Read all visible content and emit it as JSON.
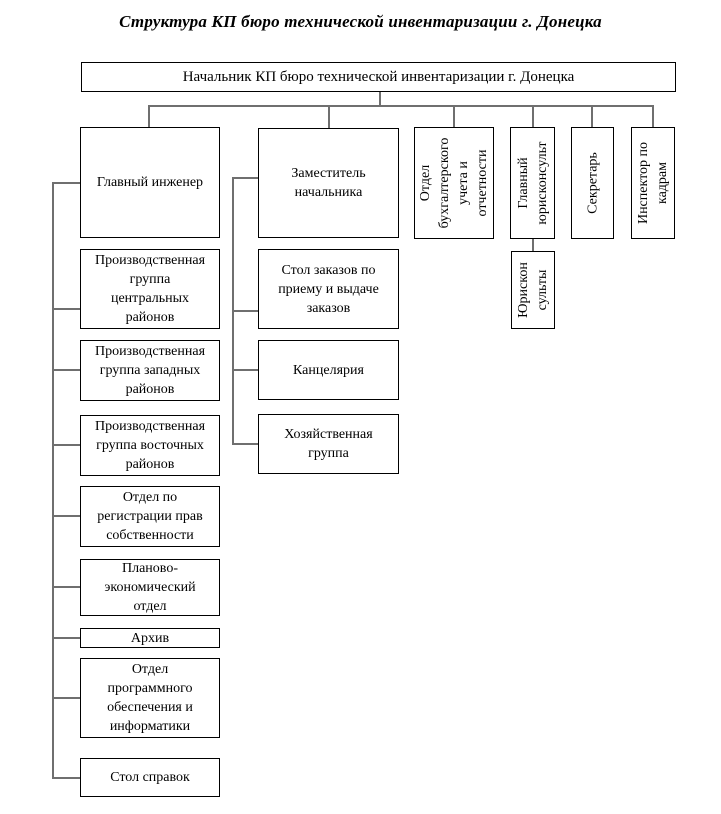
{
  "title": "Структура КП бюро технической инвентаризации г. Донецка",
  "org": {
    "root": {
      "label": "Начальник КП бюро технической инвентаризации г. Донецка"
    },
    "engineering": {
      "head": {
        "label": "Главный инженер"
      },
      "units": [
        {
          "label": "Производственная\nгруппа\nцентральных\nрайонов"
        },
        {
          "label": "Производственная\nгруппа западных\nрайонов"
        },
        {
          "label": "Производственная\nгруппа восточных\nрайонов"
        },
        {
          "label": "Отдел по\nрегистрации прав\nсобственности"
        },
        {
          "label": "Планово-\nэкономический\nотдел"
        },
        {
          "label": "Архив"
        },
        {
          "label": "Отдел\nпрограммного\nобеспечения и\nинформатики"
        },
        {
          "label": "Стол справок"
        }
      ]
    },
    "deputy": {
      "head": {
        "label": "Заместитель\nначальника"
      },
      "units": [
        {
          "label": "Стол заказов по\nприему и выдаче\nзаказов"
        },
        {
          "label": "Канцелярия"
        },
        {
          "label": "Хозяйственная\nгруппа"
        }
      ]
    },
    "staff": [
      {
        "label": "Отдел\nбухгалтерского\nучета и\nотчетности"
      },
      {
        "label": "Главный\nюрисконсульт"
      },
      {
        "label": "Секретарь"
      },
      {
        "label": "Инспектор по\nкадрам"
      }
    ],
    "legal_unit": {
      "label": "Юрискон\nсульты"
    }
  },
  "colors": {
    "background": "#ffffff",
    "box_border": "#000000",
    "connector": "#6f6f6f",
    "text": "#000000"
  }
}
